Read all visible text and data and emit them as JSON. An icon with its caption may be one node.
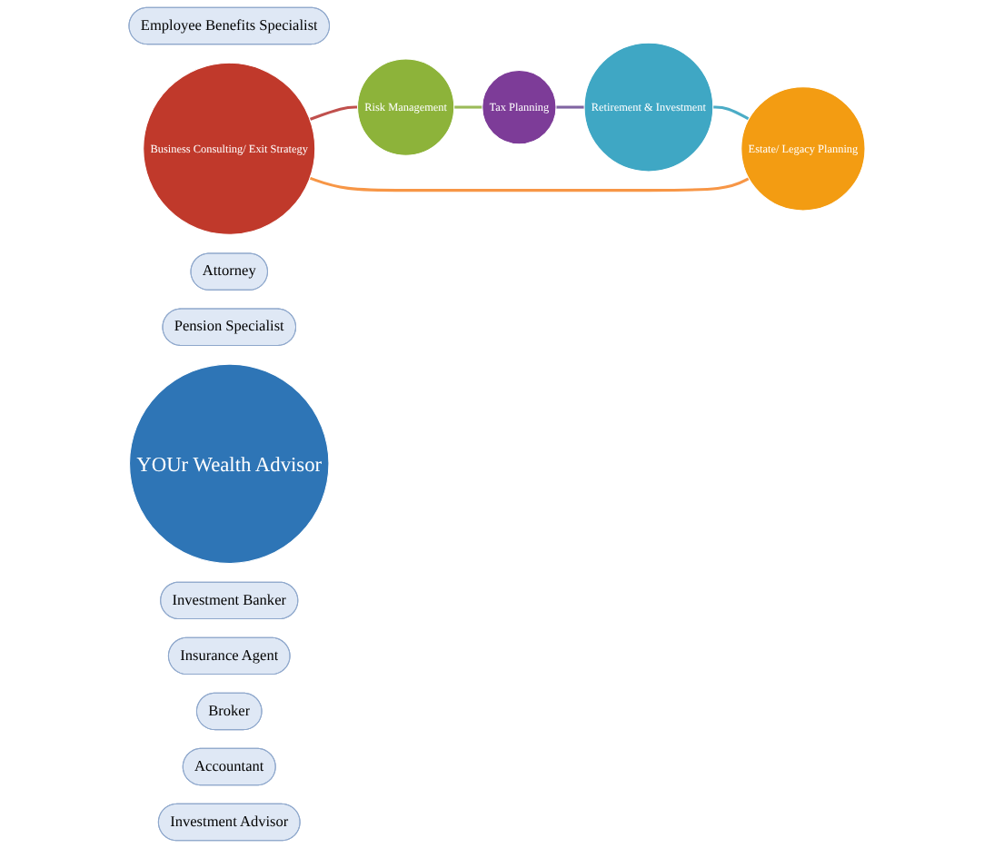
{
  "diagram": {
    "nodes": [
      {
        "text": [
          "Employee Benefits Specialist"
        ]
      },
      {
        "text": [
          "Business Consulting/ Exit Strategy"
        ]
      },
      {
        "text": [
          "Attorney"
        ]
      },
      {
        "text": [
          "Pension Specialist"
        ]
      },
      {
        "text": [
          "Estate/ Legacy Planning"
        ]
      },
      {
        "text": [
          "YOUr Wealth Advisor"
        ]
      },
      {
        "text": [
          "Risk Management"
        ]
      },
      {
        "text": [
          "Investment Banker"
        ]
      },
      {
        "text": [
          "Insurance Agent"
        ]
      },
      {
        "text": [
          "Broker"
        ]
      },
      {
        "text": [
          "Accountant"
        ]
      },
      {
        "text": [
          "Retirement & Investment"
        ]
      },
      {
        "text": [
          "Tax Planning"
        ]
      },
      {
        "text": [
          "Investment Advisor"
        ]
      }
    ],
    "edges": [
      {
        "from": 1,
        "to": 6,
        "arrow": "none",
        "color": "#c0504d"
      },
      {
        "from": 6,
        "to": 12,
        "arrow": "none",
        "color": "#9bbb59"
      },
      {
        "from": 12,
        "to": 11,
        "arrow": "none",
        "color": "#8064a2"
      },
      {
        "from": 11,
        "to": 4,
        "arrow": "none",
        "color": "#4bacc6"
      },
      {
        "from": 4,
        "to": 1,
        "arrow": "none",
        "color": "#f79646"
      }
    ]
  }
}
